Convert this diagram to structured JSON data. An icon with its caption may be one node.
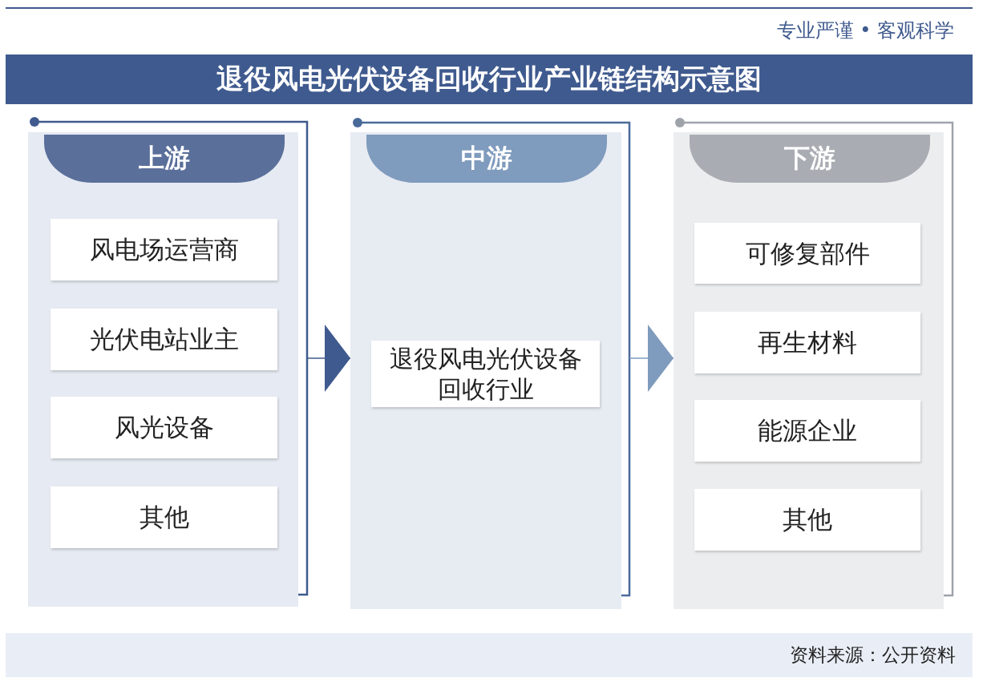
{
  "diagram": {
    "title": "退役风电光伏设备回收行业产业链结构示意图",
    "nodes": [
      {
        "text": [
          "上游"
        ]
      },
      {
        "text": [
          "风电场运营商"
        ],
        "in": 0
      },
      {
        "text": [
          "光伏电站业主"
        ],
        "in": 0
      },
      {
        "text": [
          "风光设备"
        ],
        "in": 0
      },
      {
        "text": [
          "其他"
        ],
        "in": 0
      },
      {
        "text": [
          "中游"
        ]
      },
      {
        "text": [
          "退役风电光伏设备回收行业"
        ],
        "in": 5
      },
      {
        "text": [
          "下游"
        ]
      },
      {
        "text": [
          "可修复部件"
        ],
        "in": 7
      },
      {
        "text": [
          "再生材料"
        ],
        "in": 7
      },
      {
        "text": [
          "能源企业"
        ],
        "in": 7
      },
      {
        "text": [
          "其他"
        ],
        "in": 7
      }
    ],
    "edges": [
      {
        "from": 0,
        "to": 5,
        "arrow": "to"
      },
      {
        "from": 5,
        "to": 7,
        "arrow": "to",
        "color": "#7f9bbd"
      }
    ],
    "labels": [
      "专业严谨 • 客观科学",
      "资料来源：公开资料"
    ]
  }
}
